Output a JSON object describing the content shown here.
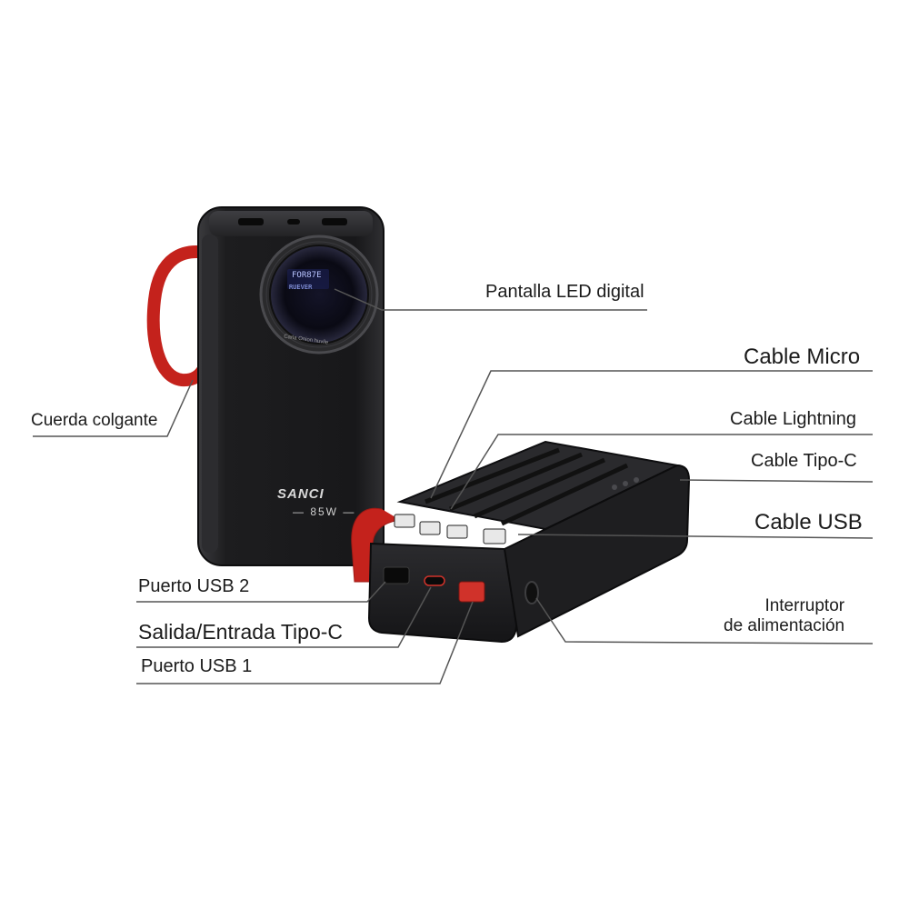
{
  "labels": {
    "pantalla_led": "Pantalla LED digital",
    "cable_micro": "Cable Micro",
    "cable_lightning": "Cable Lightning",
    "cable_tipo_c": "Cable Tipo-C",
    "cable_usb": "Cable USB",
    "cuerda_colgante": "Cuerda colgante",
    "puerto_usb_2": "Puerto USB 2",
    "salida_entrada_tipo_c": "Salida/Entrada Tipo-C",
    "puerto_usb_1": "Puerto USB 1",
    "interruptor_line1": "Interruptor",
    "interruptor_line2": "de alimentación"
  },
  "device": {
    "brand": "SANCI",
    "model": "— 85W —",
    "display_line1": "FOR87E",
    "display_line2": "RUEVER",
    "ring_text": "Carla Onion huvile"
  },
  "colors": {
    "body": "#1c1c1e",
    "strap": "#c4221c",
    "port_accent": "#d0322a",
    "display_glow": "#3b4bd8",
    "leader_line": "#555555"
  }
}
